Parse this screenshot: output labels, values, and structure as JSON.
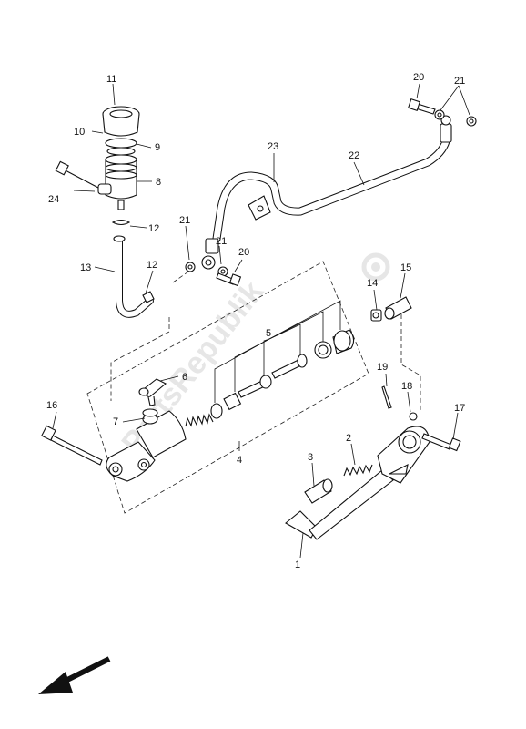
{
  "watermark": "PartsRepublik",
  "callouts": [
    {
      "id": "c1",
      "text": "1"
    },
    {
      "id": "c2",
      "text": "2"
    },
    {
      "id": "c3",
      "text": "3"
    },
    {
      "id": "c4",
      "text": "4"
    },
    {
      "id": "c5",
      "text": "5"
    },
    {
      "id": "c6",
      "text": "6"
    },
    {
      "id": "c7",
      "text": "7"
    },
    {
      "id": "c8",
      "text": "8"
    },
    {
      "id": "c9",
      "text": "9"
    },
    {
      "id": "c10",
      "text": "10"
    },
    {
      "id": "c11",
      "text": "11"
    },
    {
      "id": "c12a",
      "text": "12"
    },
    {
      "id": "c12b",
      "text": "12"
    },
    {
      "id": "c13",
      "text": "13"
    },
    {
      "id": "c14",
      "text": "14"
    },
    {
      "id": "c15",
      "text": "15"
    },
    {
      "id": "c16",
      "text": "16"
    },
    {
      "id": "c17",
      "text": "17"
    },
    {
      "id": "c18",
      "text": "18"
    },
    {
      "id": "c19",
      "text": "19"
    },
    {
      "id": "c20a",
      "text": "20"
    },
    {
      "id": "c20b",
      "text": "20"
    },
    {
      "id": "c21a",
      "text": "21"
    },
    {
      "id": "c21b",
      "text": "21"
    },
    {
      "id": "c21c",
      "text": "21"
    },
    {
      "id": "c22",
      "text": "22"
    },
    {
      "id": "c23",
      "text": "23"
    },
    {
      "id": "c24",
      "text": "24"
    }
  ],
  "icons": {
    "direction": "front-direction-arrow-icon",
    "gear": "gear-watermark-icon"
  }
}
